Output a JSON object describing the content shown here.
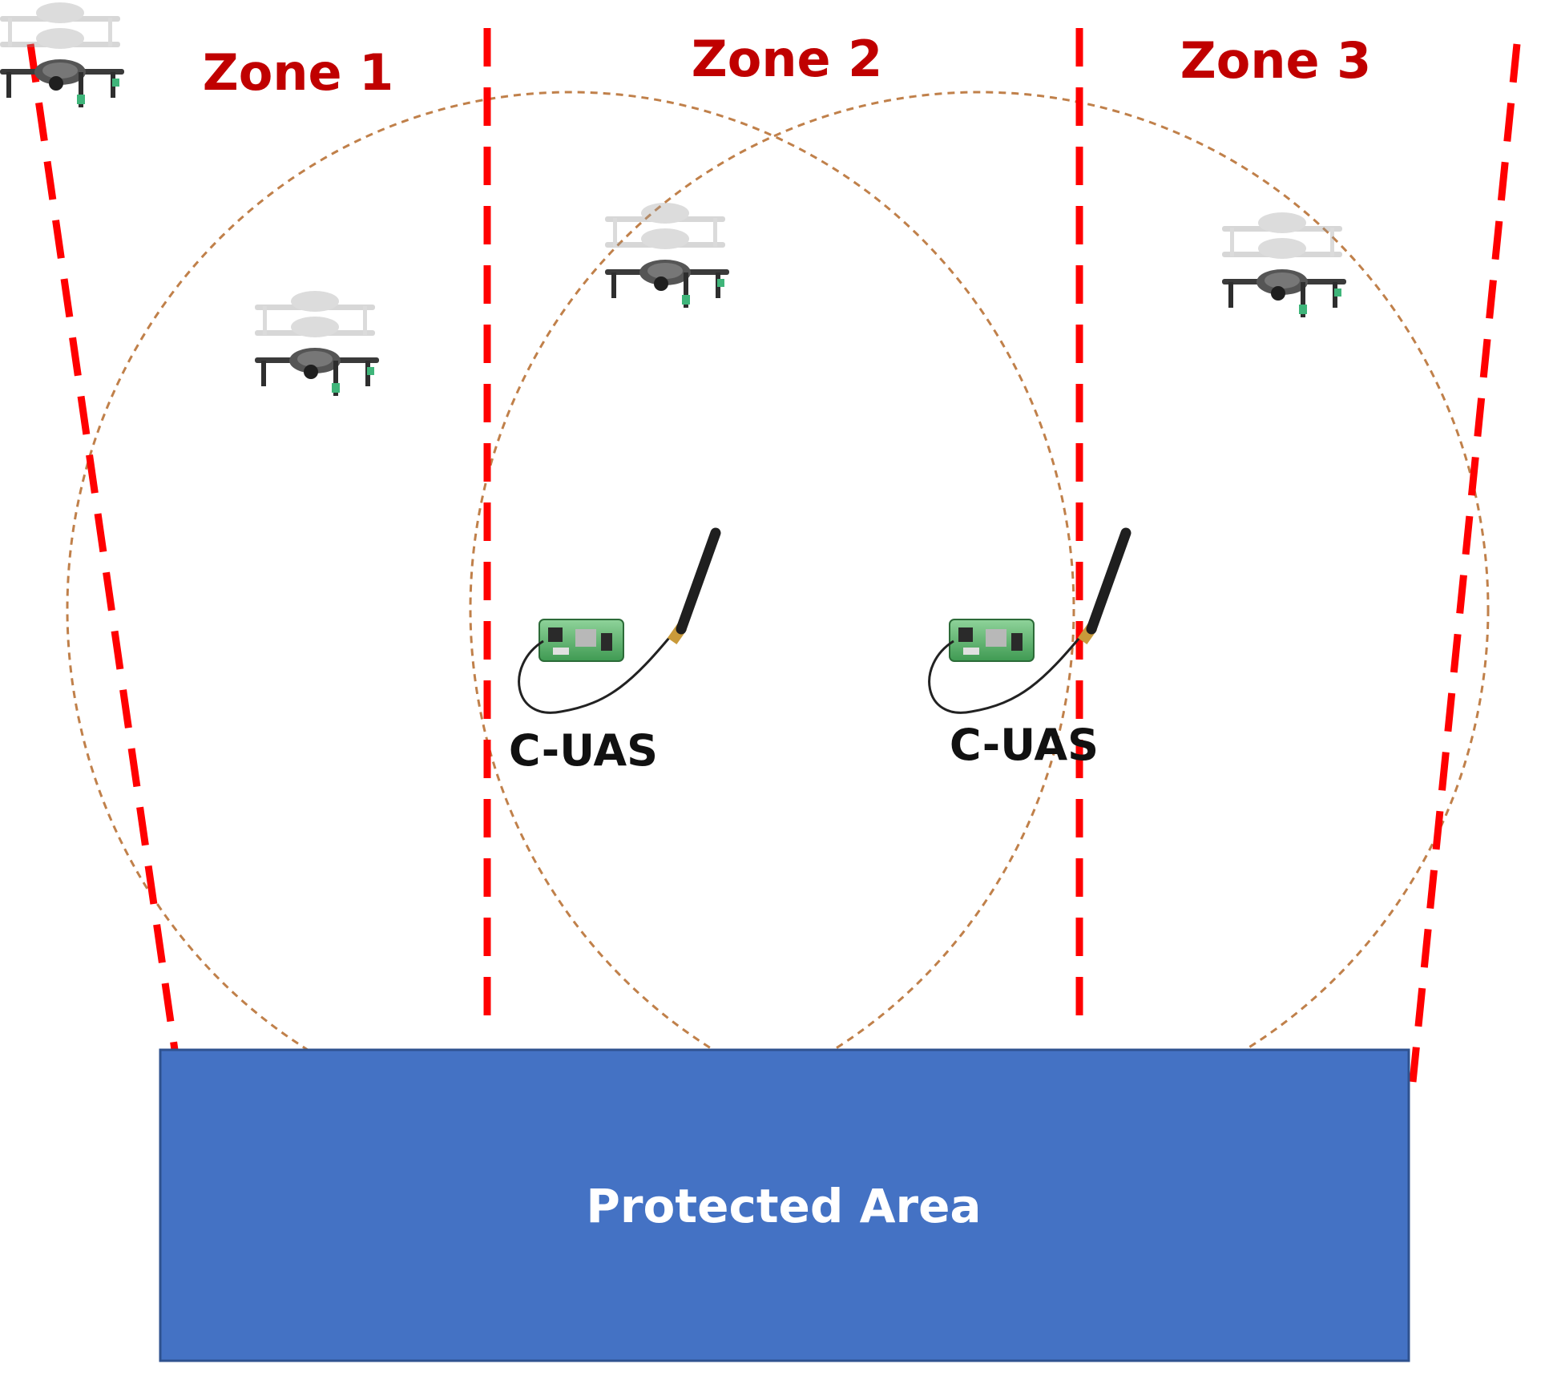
{
  "zones": [
    {
      "label": "Zone 1"
    },
    {
      "label": "Zone 2"
    },
    {
      "label": "Zone 3"
    }
  ],
  "sensors": [
    {
      "label": "C-UAS",
      "icon": "sensor-board-antenna-icon"
    },
    {
      "label": "C-UAS",
      "icon": "sensor-board-antenna-icon"
    }
  ],
  "drones": [
    {
      "zone": "Zone 1",
      "icon": "drone-stack-icon"
    },
    {
      "zone": "Zone 2",
      "icon": "drone-stack-icon"
    },
    {
      "zone": "Zone 3",
      "icon": "drone-stack-icon"
    }
  ],
  "protected_area": {
    "label": "Protected Area"
  },
  "colors": {
    "zone_boundary": "#ff0000",
    "zone_label": "#c00000",
    "coverage_circle": "#c0804a",
    "protected_area_fill": "#4472c4",
    "protected_area_border": "#2f528f"
  }
}
